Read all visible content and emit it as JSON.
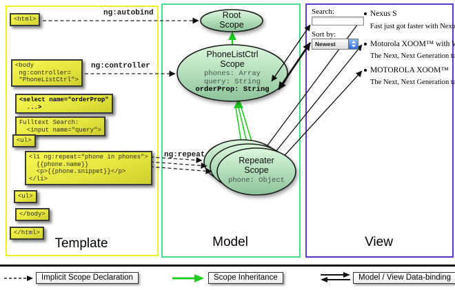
{
  "columns": {
    "template": "Template",
    "model": "Model",
    "view": "View"
  },
  "code": {
    "html_open": "<html>",
    "body_open": "<body\n ng:controller=\n \"PhoneListCtrl\">",
    "select_box": "<select name=\"orderProp\"\n  ...>",
    "fulltext_box": "Fulltext Search:\n  <input name=\"query\">",
    "ul_open": "<ul>",
    "li_repeat": "<li ng:repeat=\"phone in phones\">\n  {{phone.name}}\n  <p>{{phone.snippet}}</p>\n</li>",
    "ul_close": "<ul>",
    "body_close": "</body>",
    "html_close": "</html>"
  },
  "labels": {
    "autobind": "ng:autobind",
    "controller": "ng:controller",
    "repeat": "ng:repeat"
  },
  "scopes": {
    "root_title": "Root\nScope",
    "phonelist_title": "PhoneListCtrl\nScope",
    "phonelist_props": "phones: Array\nquery: String",
    "phonelist_bold_prop": "orderProp: String",
    "repeater_title": "Repeater\nScope",
    "repeater_prop": "phone: Object"
  },
  "view": {
    "search_label": "Search:",
    "search_value": "",
    "sort_label": "Sort by:",
    "sort_value": "Newest",
    "items": [
      {
        "name": "Nexus S",
        "snippet": "Fast just got faster with Nexus S."
      },
      {
        "name": "Motorola XOOM™ with Wi-Fi",
        "snippet": "The Next, Next Generation tablet."
      },
      {
        "name": "MOTOROLA XOOM™",
        "snippet": "The Next, Next Generation tablet."
      }
    ]
  },
  "legend": {
    "implicit": "Implicit Scope Declaration",
    "inheritance": "Scope Inheritance",
    "binding": "Model / View Data-binding"
  },
  "colors": {
    "template_border": "#efef1f",
    "model_border": "#46dd8c",
    "view_border": "#5a35d2",
    "inheritance_green": "#21cc21",
    "box_yellow_top": "#f6f655",
    "box_yellow_bottom": "#cfcf2e",
    "scope_fill_top": "#dcf7dc",
    "scope_fill_bottom": "#8cc49a"
  }
}
